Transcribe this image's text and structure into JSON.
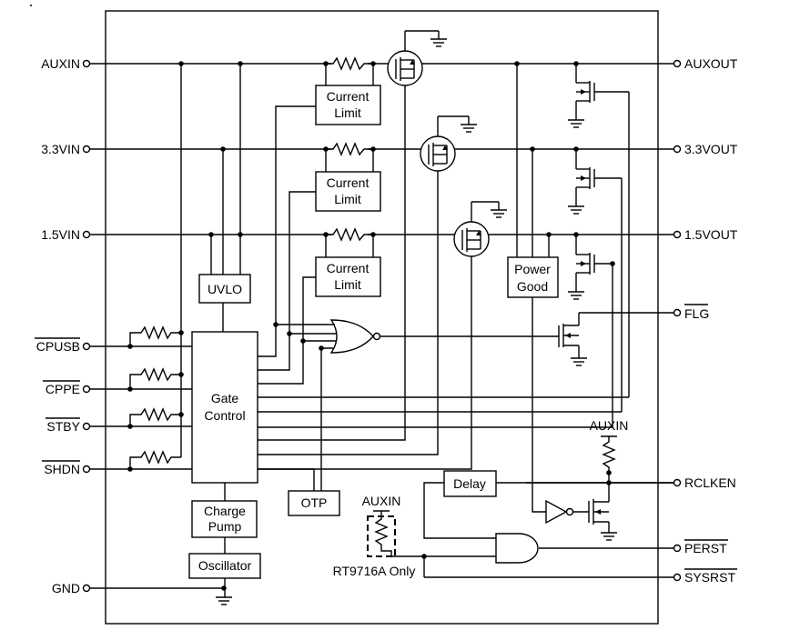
{
  "pins": {
    "auxin": "AUXIN",
    "v33in": "3.3VIN",
    "v15in": "1.5VIN",
    "cpusb": "CPUSB",
    "cppe": "CPPE",
    "stby": "STBY",
    "shdn": "SHDN",
    "gnd": "GND",
    "auxout": "AUXOUT",
    "v33out": "3.3VOUT",
    "v15out": "1.5VOUT",
    "flg": "FLG",
    "rclken": "RCLKEN",
    "perst": "PERST",
    "sysrst": "SYSRST"
  },
  "blocks": {
    "current_limit_1": [
      "Current",
      "Limit"
    ],
    "current_limit_2": [
      "Current",
      "Limit"
    ],
    "current_limit_3": [
      "Current",
      "Limit"
    ],
    "uvlo": "UVLO",
    "gate_control": [
      "Gate",
      "Control"
    ],
    "charge_pump": [
      "Charge",
      "Pump"
    ],
    "oscillator": "Oscillator",
    "otp": "OTP",
    "power_good": [
      "Power",
      "Good"
    ],
    "delay": "Delay"
  },
  "labels": {
    "auxin_pullup_right": "AUXIN",
    "auxin_pullup_left": "AUXIN",
    "variant_note": "RT9716A Only"
  },
  "colors": {
    "line": "#000000",
    "background": "#ffffff"
  }
}
